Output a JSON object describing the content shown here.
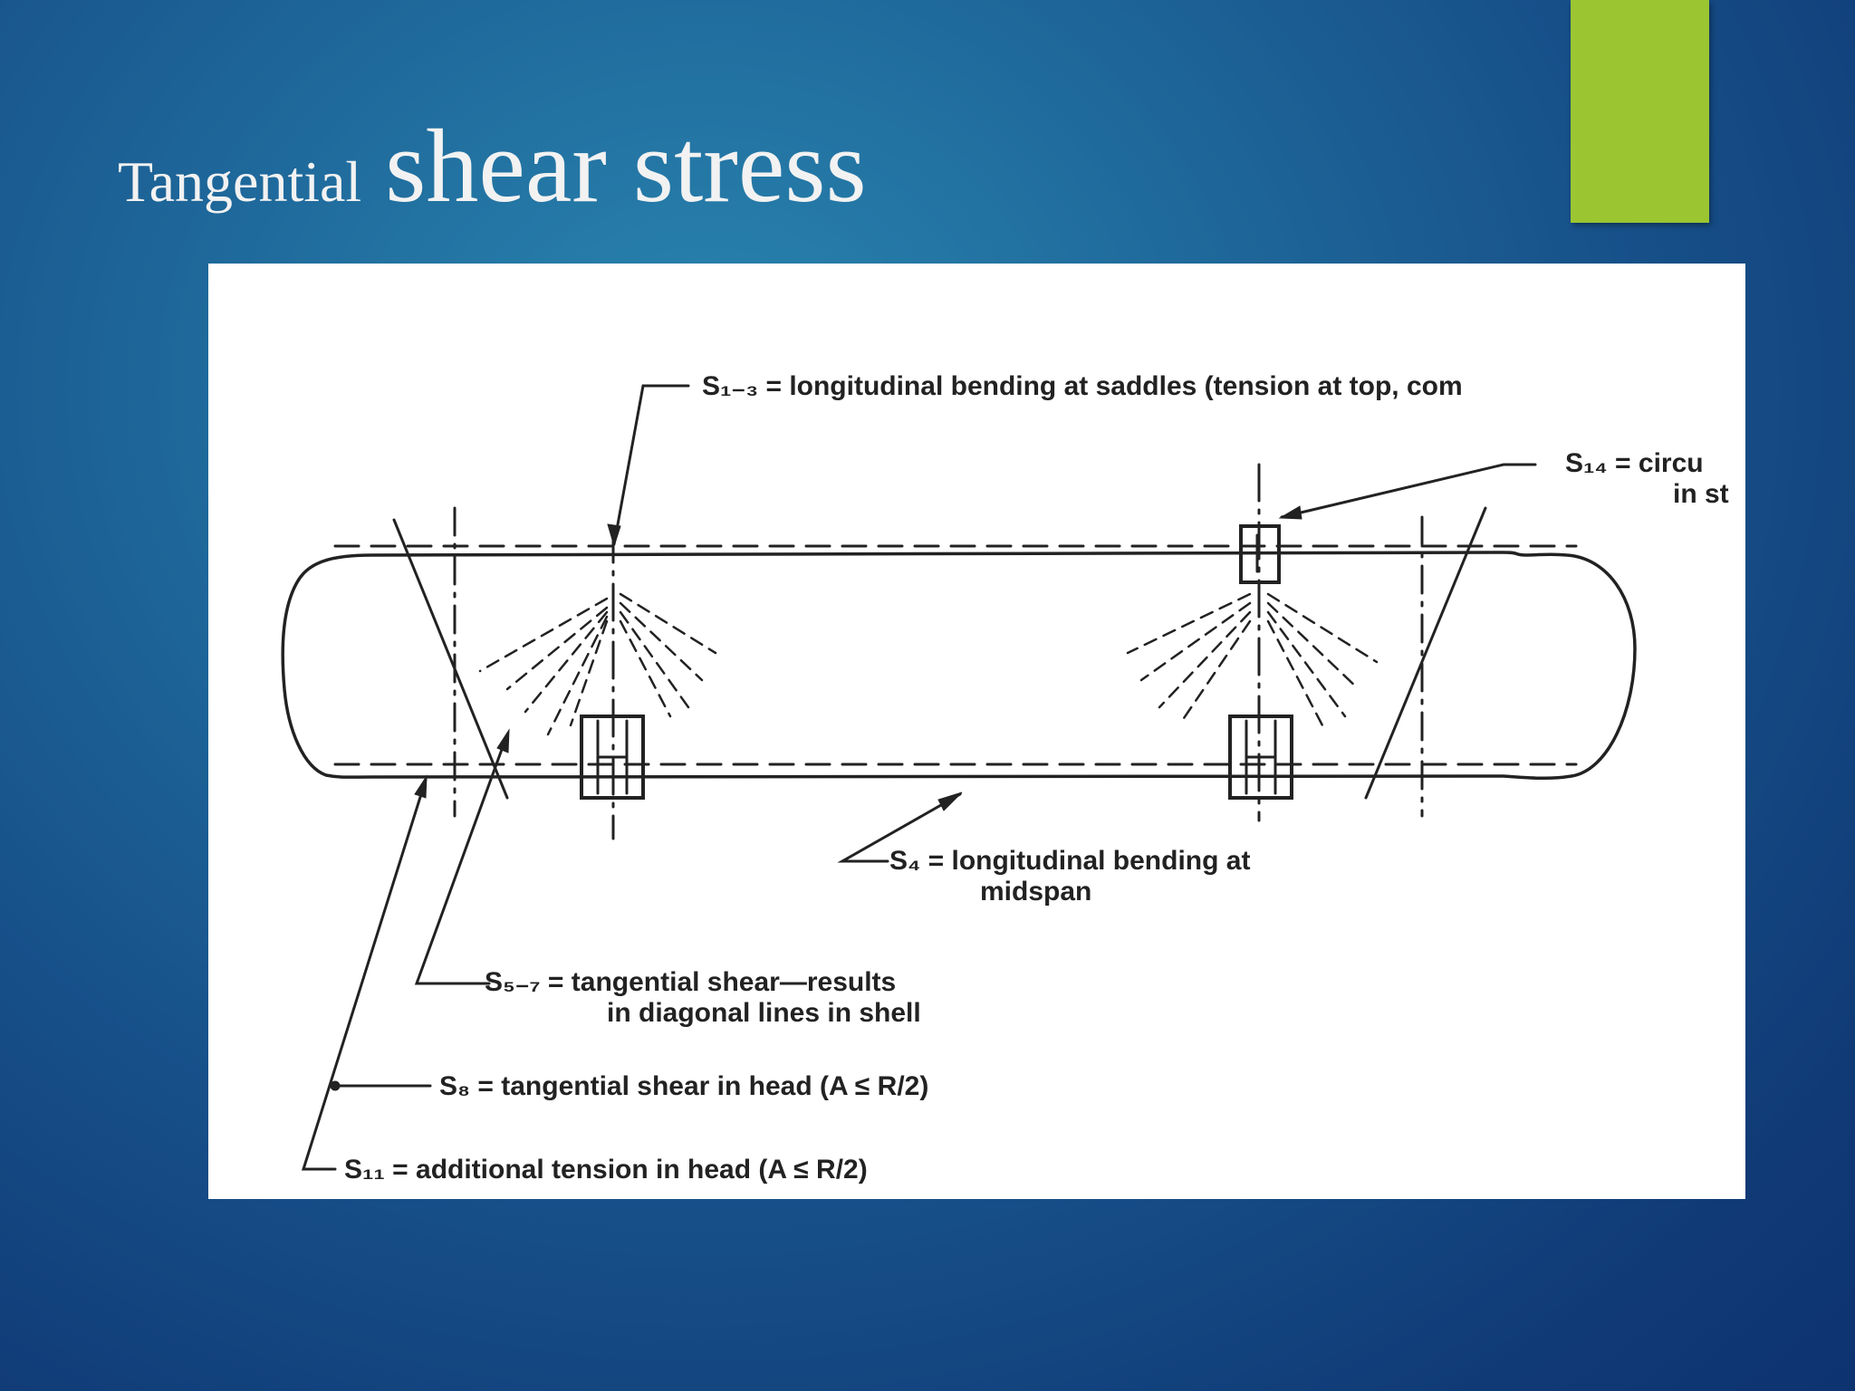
{
  "slide": {
    "title_prefix": "Tangential",
    "title_main": "shear stress",
    "accent_color": "#9bc531"
  },
  "diagram": {
    "labels": {
      "s13": "S₁₋₃ = longitudinal bending at saddles (tension at top, com",
      "s14_line1": "S₁₄ = circu",
      "s14_line2": "in st",
      "s4_line1": "S₄ = longitudinal bending at",
      "s4_line2": "midspan",
      "s57_line1": "S₅₋₇ = tangential shear—results",
      "s57_line2": "in diagonal lines in shell",
      "s8": "S₈ = tangential shear in head (A ≤ R/2)",
      "s11": "S₁₁ = additional tension in head (A ≤ R/2)"
    }
  }
}
